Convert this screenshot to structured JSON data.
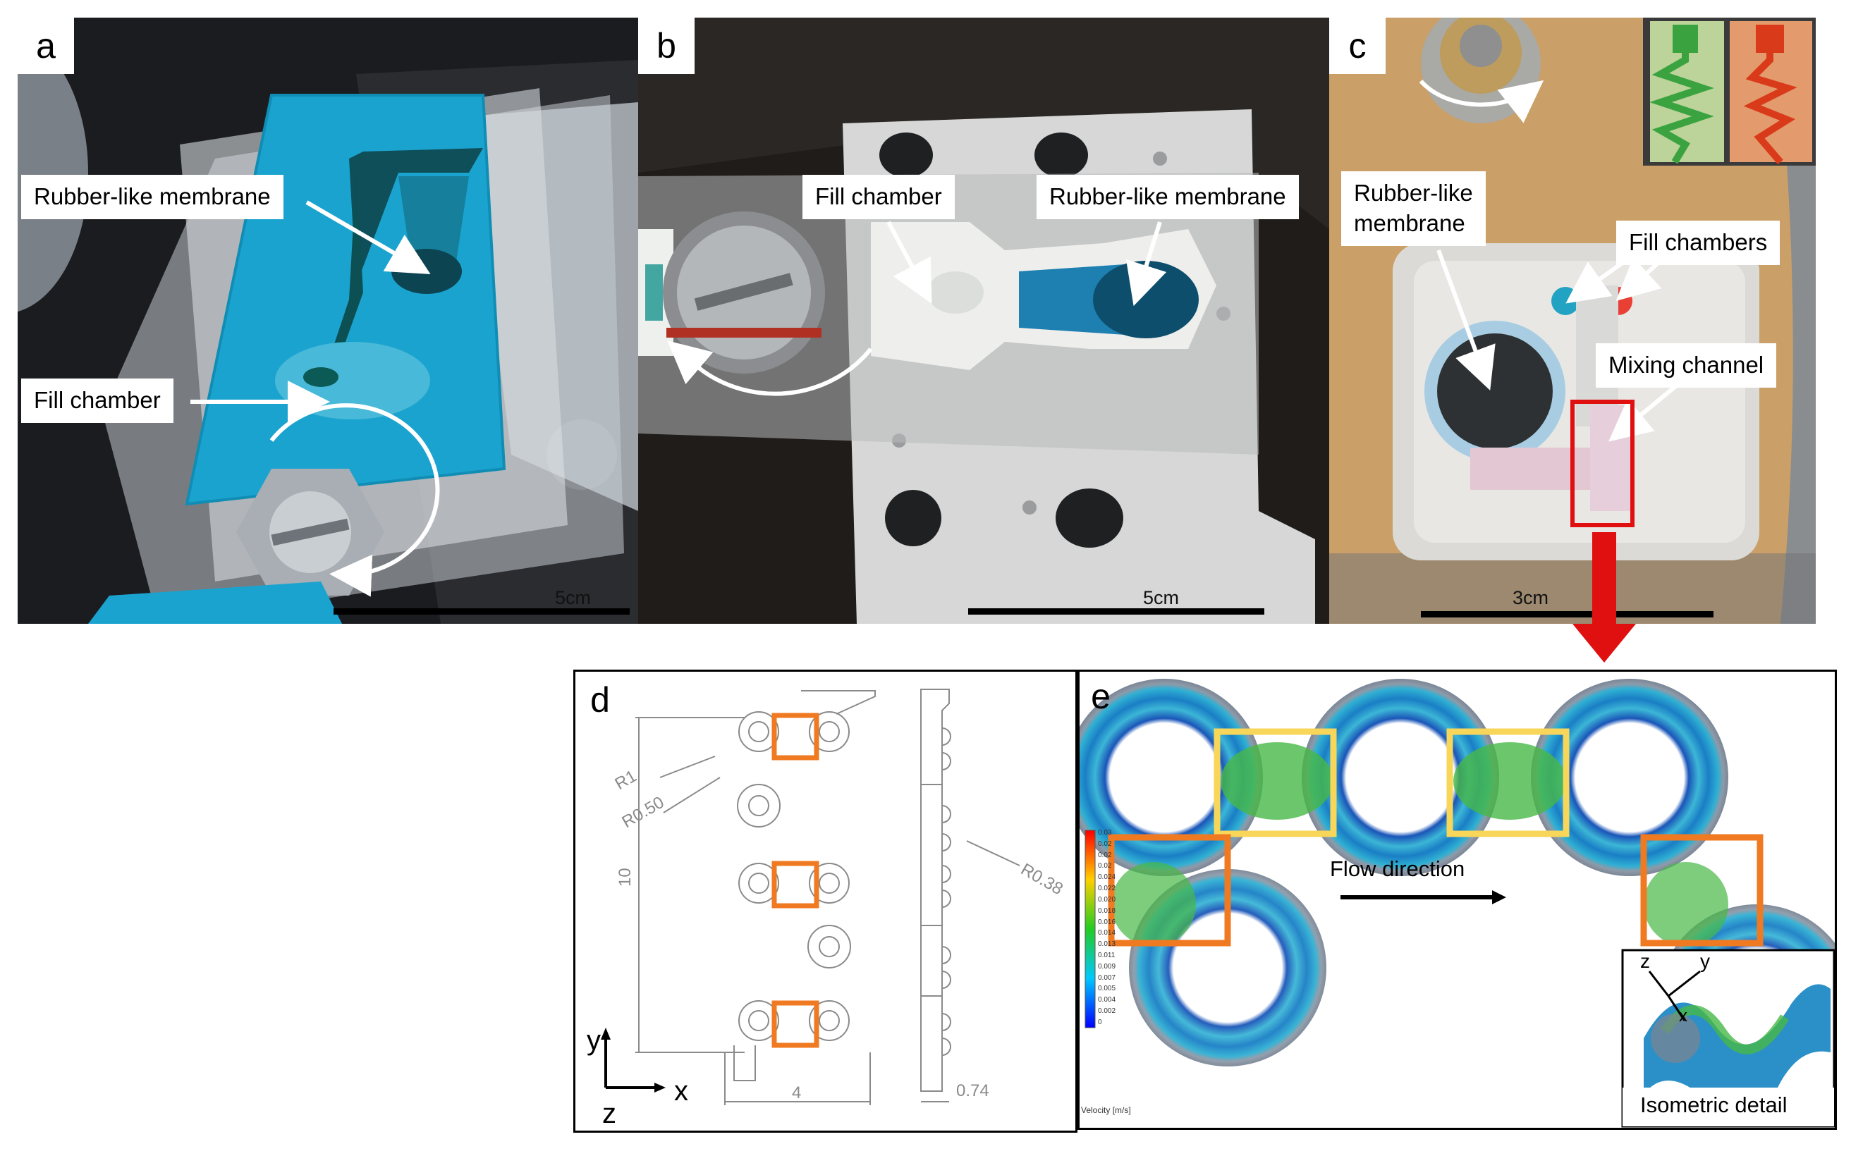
{
  "panels": {
    "a": {
      "letter": "a",
      "callout_membrane": "Rubber-like membrane",
      "callout_fill": "Fill chamber",
      "scale": "5cm"
    },
    "b": {
      "letter": "b",
      "callout_fill": "Fill chamber",
      "callout_membrane": "Rubber-like membrane",
      "scale": "5cm"
    },
    "c": {
      "letter": "c",
      "callout_membrane": "Rubber-like\nmembrane",
      "callout_fill": "Fill chambers",
      "callout_mixing": "Mixing channel",
      "scale": "3cm"
    },
    "d": {
      "letter": "d",
      "dims": {
        "r1": "R1",
        "r050": "R0.50",
        "h10": "10",
        "w4": "4",
        "r038": "R0.38",
        "t074": "0.74"
      },
      "axes": {
        "y": "y",
        "x": "x",
        "z": "z"
      }
    },
    "e": {
      "letter": "e",
      "flow": "Flow direction",
      "inset": "Isometric detail",
      "inset_axes": {
        "z": "z",
        "y": "y",
        "x": "x"
      },
      "legend": {
        "ticks": [
          "0.03",
          "0.02",
          "0.02",
          "0.02",
          "0.024",
          "0.022",
          "0.020",
          "0.018",
          "0.016",
          "0.014",
          "0.013",
          "0.011",
          "0.009",
          "0.007",
          "0.005",
          "0.004",
          "0.002",
          "0"
        ],
        "title": "Velocity [m/s]"
      }
    }
  },
  "colors": {
    "blue_part": "#1ba3cf",
    "highlight_orange": "#f07a22",
    "highlight_yellow": "#f7d65a",
    "red_box": "#e01010"
  }
}
